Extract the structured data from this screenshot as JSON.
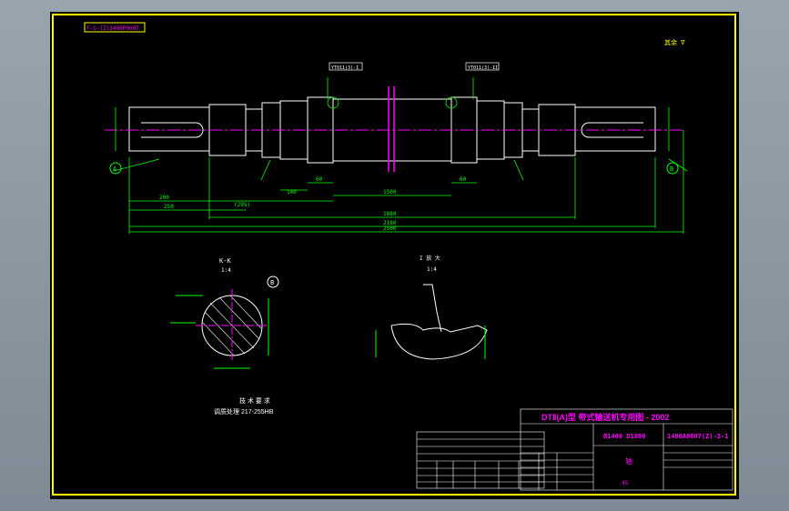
{
  "colors": {
    "frame": "#ffff00",
    "outline": "#ffffff",
    "dimension": "#00ff00",
    "centerline": "#ff00ff",
    "text_magenta": "#ff00ff",
    "text_yellow": "#ffff00"
  },
  "drawing": {
    "top_code": "F-S-(Z)3406P0007",
    "roughness_note": "其余 ∇",
    "section_kk": {
      "title": "K-K",
      "scale": "1:4",
      "ref": "B"
    },
    "detail": {
      "title": "I 放 大",
      "scale": "1:4"
    },
    "tech_req": [
      "技 术 要 求",
      "调质处理 217-255HB"
    ],
    "end_labels": [
      "A",
      "B"
    ],
    "callouts": [
      "YT011(3)-I",
      "YT011(3)-II"
    ],
    "dimensions": [
      "200",
      "250",
      "(295)",
      "140",
      "60",
      "1500",
      "60",
      "1880",
      "2180",
      "2500"
    ]
  },
  "title_block": {
    "title": "DTⅡ(A)型  带式输送机专用图 - 2002",
    "drawing_number": "1400A08H7(Z)-3-1",
    "spec": "B1400  D1000",
    "material": "45",
    "part_name": "轴"
  }
}
